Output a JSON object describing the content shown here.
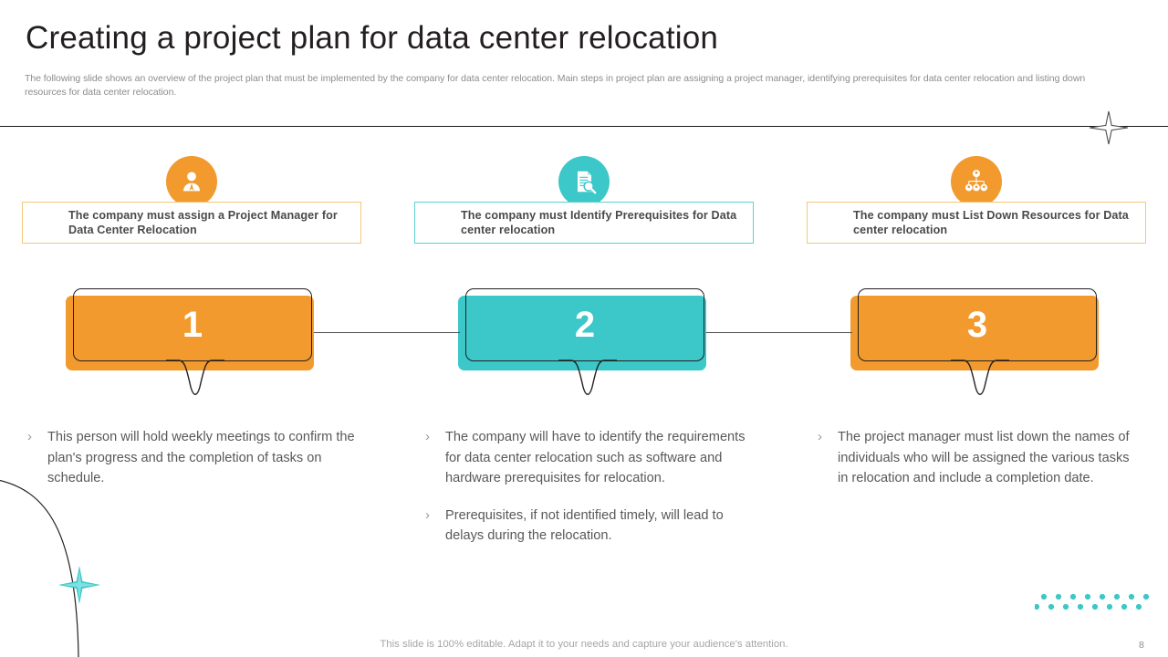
{
  "slide": {
    "title": "Creating a project plan for data center relocation",
    "subtitle": "The following slide shows an overview of the project plan that must be implemented by the company for data center relocation. Main steps in project plan are assigning a project manager, identifying prerequisites for data center relocation and listing down resources for data center relocation.",
    "footer_note": "This slide is 100% editable. Adapt it to your needs and capture your audience's attention.",
    "page_number": "8"
  },
  "colors": {
    "orange": "#F29A2E",
    "orange_light_border": "#F5C77E",
    "teal": "#3CC7C9",
    "teal_border": "#5FD0D1",
    "outline_dark": "#231f20",
    "text_body": "#58585a",
    "text_heading": "#4a4a4a",
    "text_muted": "#8c8c8c"
  },
  "steps": [
    {
      "number": "1",
      "accent": "#F29A2E",
      "border": "#F5C77E",
      "icon": "user-person-icon",
      "statement": "The company must assign a Project Manager for Data Center Relocation",
      "bullets": [
        "This person will hold weekly meetings to confirm the plan's progress and the completion of tasks on schedule."
      ]
    },
    {
      "number": "2",
      "accent": "#3CC7C9",
      "border": "#5FD0D1",
      "icon": "document-search-icon",
      "statement": "The company must Identify Prerequisites for Data center relocation",
      "bullets": [
        "The company will have to identify the requirements for data center relocation such as software and hardware prerequisites for relocation.",
        "Prerequisites, if not identified timely, will lead to delays during the relocation."
      ]
    },
    {
      "number": "3",
      "accent": "#F29A2E",
      "border": "#F5C77E",
      "icon": "org-chart-hierarchy-icon",
      "statement": "The company must List Down Resources for Data center relocation",
      "bullets": [
        "The project manager must list down the names of individuals who will be assigned the various tasks in relocation and include a completion date."
      ]
    }
  ],
  "bullet_marker": "›",
  "decorations": {
    "header_star": "four-point-star-outline",
    "corner_sparkle": "four-point-sparkle-teal",
    "arc": "curved-arc-line",
    "dot_grid": "teal-dot-grid"
  }
}
